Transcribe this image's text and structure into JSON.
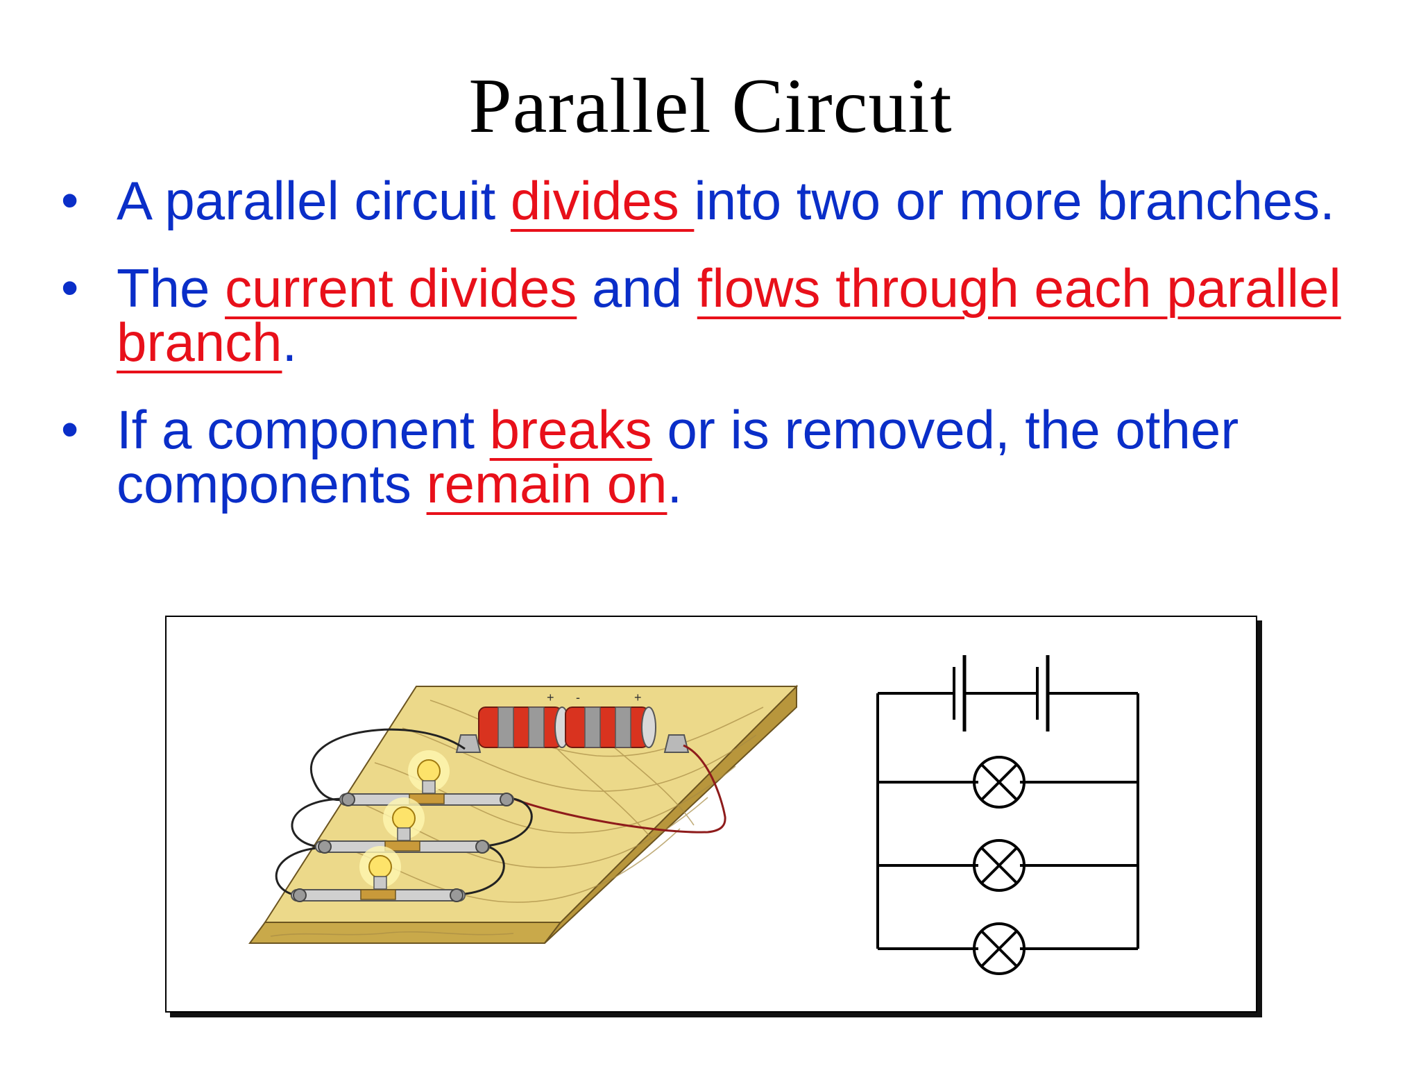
{
  "slide": {
    "title": "Parallel Circuit",
    "bullets": [
      {
        "segments": [
          {
            "text": "A parallel circuit ",
            "emphasis": false
          },
          {
            "text": "divides ",
            "emphasis": true
          },
          {
            "text": "into two or more branches.",
            "emphasis": false
          }
        ]
      },
      {
        "segments": [
          {
            "text": "The ",
            "emphasis": false
          },
          {
            "text": "current divides",
            "emphasis": true
          },
          {
            "text": " and ",
            "emphasis": false
          },
          {
            "text": "flows through each parallel branch",
            "emphasis": true
          },
          {
            "text": ".",
            "emphasis": false
          }
        ]
      },
      {
        "segments": [
          {
            "text": "If a component ",
            "emphasis": false
          },
          {
            "text": "breaks",
            "emphasis": true
          },
          {
            "text": " or is removed, the other components ",
            "emphasis": false
          },
          {
            "text": "remain on",
            "emphasis": true
          },
          {
            "text": ".",
            "emphasis": false
          }
        ]
      }
    ]
  },
  "figure": {
    "battery_polarity_marks": [
      "+",
      "-",
      "+"
    ],
    "schematic_lamp_count": 3,
    "board_lamp_count": 3
  },
  "colors": {
    "body_text": "#0a2ec8",
    "emphasis_text": "#e8101a",
    "title_text": "#000000",
    "board_wood": "#e9d27a",
    "battery_red": "#d9331f"
  },
  "icons": {
    "bullet": "bullet-dot-icon",
    "lamp": "lamp-symbol-icon",
    "cell": "battery-cell-icon"
  }
}
